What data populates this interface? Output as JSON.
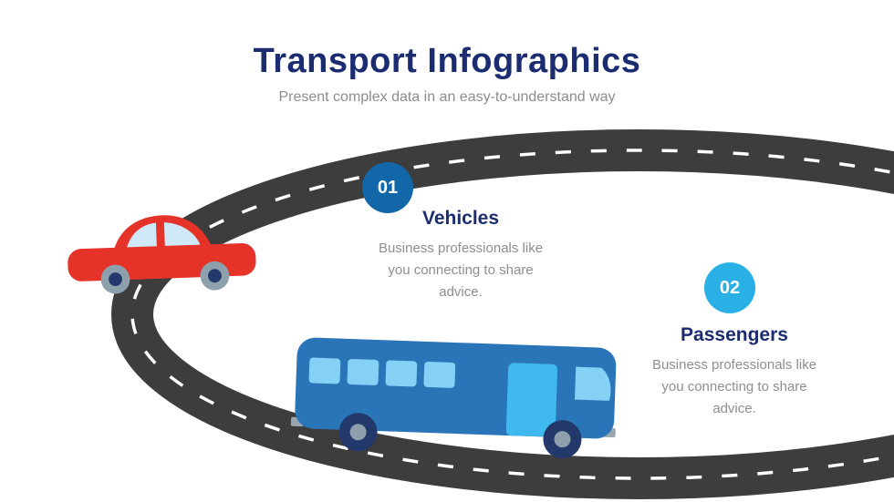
{
  "header": {
    "title": "Transport Infographics",
    "subtitle": "Present complex data in an easy-to-understand way"
  },
  "steps": [
    {
      "number": "01",
      "label": "Vehicles",
      "description": "Business professionals like you connecting to share advice.",
      "badge_color": "#1267a8"
    },
    {
      "number": "02",
      "label": "Passengers",
      "description": "Business professionals like you connecting to share advice.",
      "badge_color": "#29b1e6"
    }
  ],
  "graphics": {
    "road_color": "#3d3d3d",
    "road_dash_color": "#ffffff",
    "car_icon": "car-icon",
    "car_color": "#e63329",
    "bus_icon": "bus-icon",
    "bus_color": "#2a74b8",
    "title_color": "#1b2d70"
  }
}
